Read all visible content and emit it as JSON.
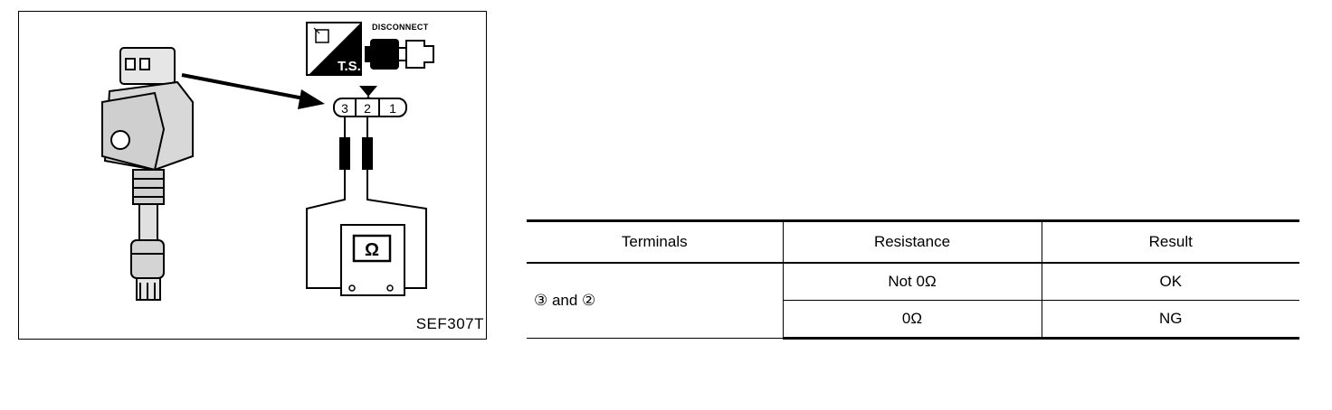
{
  "figure": {
    "code": "SEF307T",
    "disconnect_label": "DISCONNECT",
    "ts_label": "T.S.",
    "connector_pins": [
      "3",
      "2",
      "1"
    ],
    "meter_symbol": "Ω",
    "icons": [
      "ignition-coil-illustration",
      "ts-icon",
      "disconnect-connector-icon",
      "ohmmeter-icon"
    ]
  },
  "table": {
    "headers": [
      "Terminals",
      "Resistance",
      "Result"
    ],
    "terminals": "③ and ②",
    "rows": [
      {
        "resistance": "Not 0Ω",
        "result": "OK"
      },
      {
        "resistance": "0Ω",
        "result": "NG"
      }
    ]
  }
}
